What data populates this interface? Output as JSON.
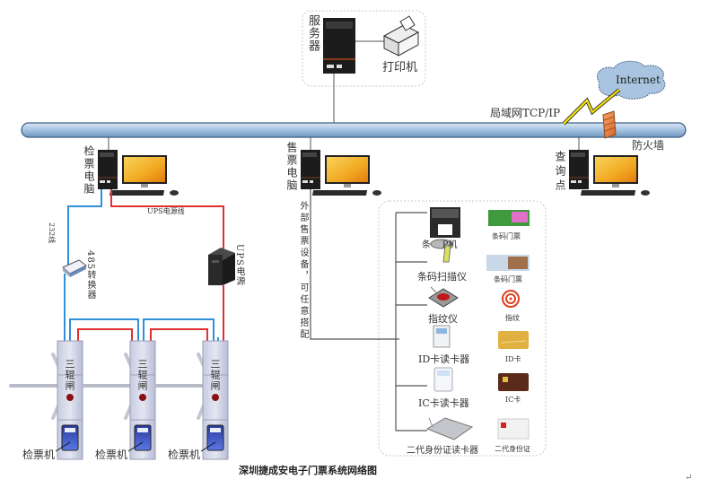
{
  "diagram": {
    "title": "深圳捷成安电子门票系统网络图",
    "paragraph_mark": "↵",
    "network": {
      "lan_label": "局域网TCP/IP",
      "internet_label": "Internet",
      "firewall_label": "防火墙"
    },
    "server_group": {
      "server_label": "服务器",
      "printer_label": "打印机"
    },
    "computers": {
      "check_pc": "检票电脑",
      "sale_pc": "售票电脑",
      "query_pc": "查询点"
    },
    "cables": {
      "rs232_label": "232线",
      "ups_cable_label": "UPS电源线",
      "converter_label": "485转换器",
      "ups_label": "UPS电源"
    },
    "external_devices_note": "外部售票设备，可任意搭配",
    "devices": [
      {
        "device": "条码打印机",
        "device_visible": "条    P机",
        "media": "条码门票"
      },
      {
        "device": "条码扫描仪",
        "media": "条码门票"
      },
      {
        "device": "指纹仪",
        "media": "指纹"
      },
      {
        "device": "ID卡读卡器",
        "media": "ID卡"
      },
      {
        "device": "IC卡读卡器",
        "media": "IC卡"
      },
      {
        "device": "二代身份证读卡器",
        "media": "二代身份证"
      }
    ],
    "turnstiles": [
      {
        "gate_label": "三辊闸",
        "reader_label": "检票机"
      },
      {
        "gate_label": "三辊闸",
        "reader_label": "检票机"
      },
      {
        "gate_label": "三辊闸",
        "reader_label": "检票机"
      }
    ],
    "colors": {
      "bus": "#8fb4d9",
      "rs485_cable": "#2f8fd8",
      "power_cable": "#e03030",
      "monitor": "#f2b02a",
      "reader": "#3a55c8"
    }
  }
}
